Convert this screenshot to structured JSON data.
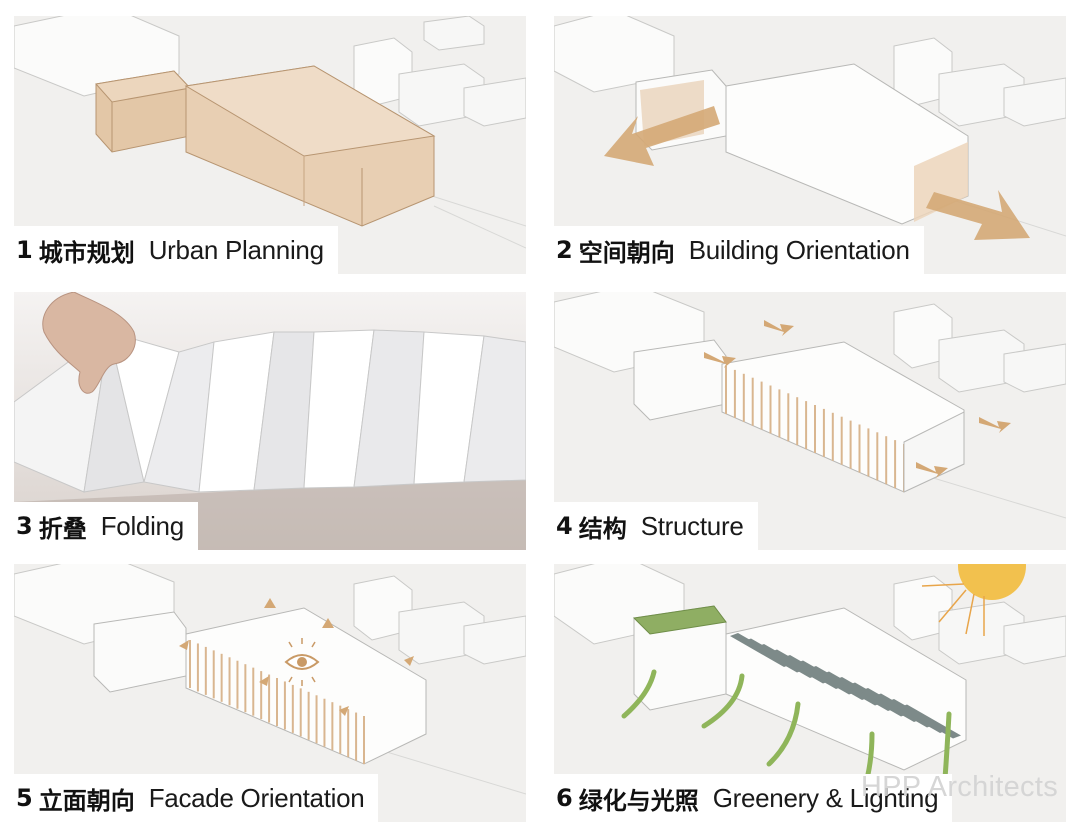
{
  "panels": [
    {
      "num": "1",
      "zh": "城市规划",
      "en": "Urban Planning"
    },
    {
      "num": "2",
      "zh": "空间朝向",
      "en": "Building Orientation"
    },
    {
      "num": "3",
      "zh": "折叠",
      "en": "Folding"
    },
    {
      "num": "4",
      "zh": "结构",
      "en": "Structure"
    },
    {
      "num": "5",
      "zh": "立面朝向",
      "en": "Facade Orientation"
    },
    {
      "num": "6",
      "zh": "绿化与光照",
      "en": "Greenery & Lighting"
    }
  ],
  "watermark": "HPP Architects",
  "colors": {
    "accent_tan": "#e2c4a3",
    "arrow_tan": "#c99a66",
    "sun": "#f2c14e",
    "green": "#7fa34a",
    "roof_gray": "#7d8a89"
  },
  "icons": [
    "eye-icon",
    "sun-icon",
    "hand-image"
  ]
}
